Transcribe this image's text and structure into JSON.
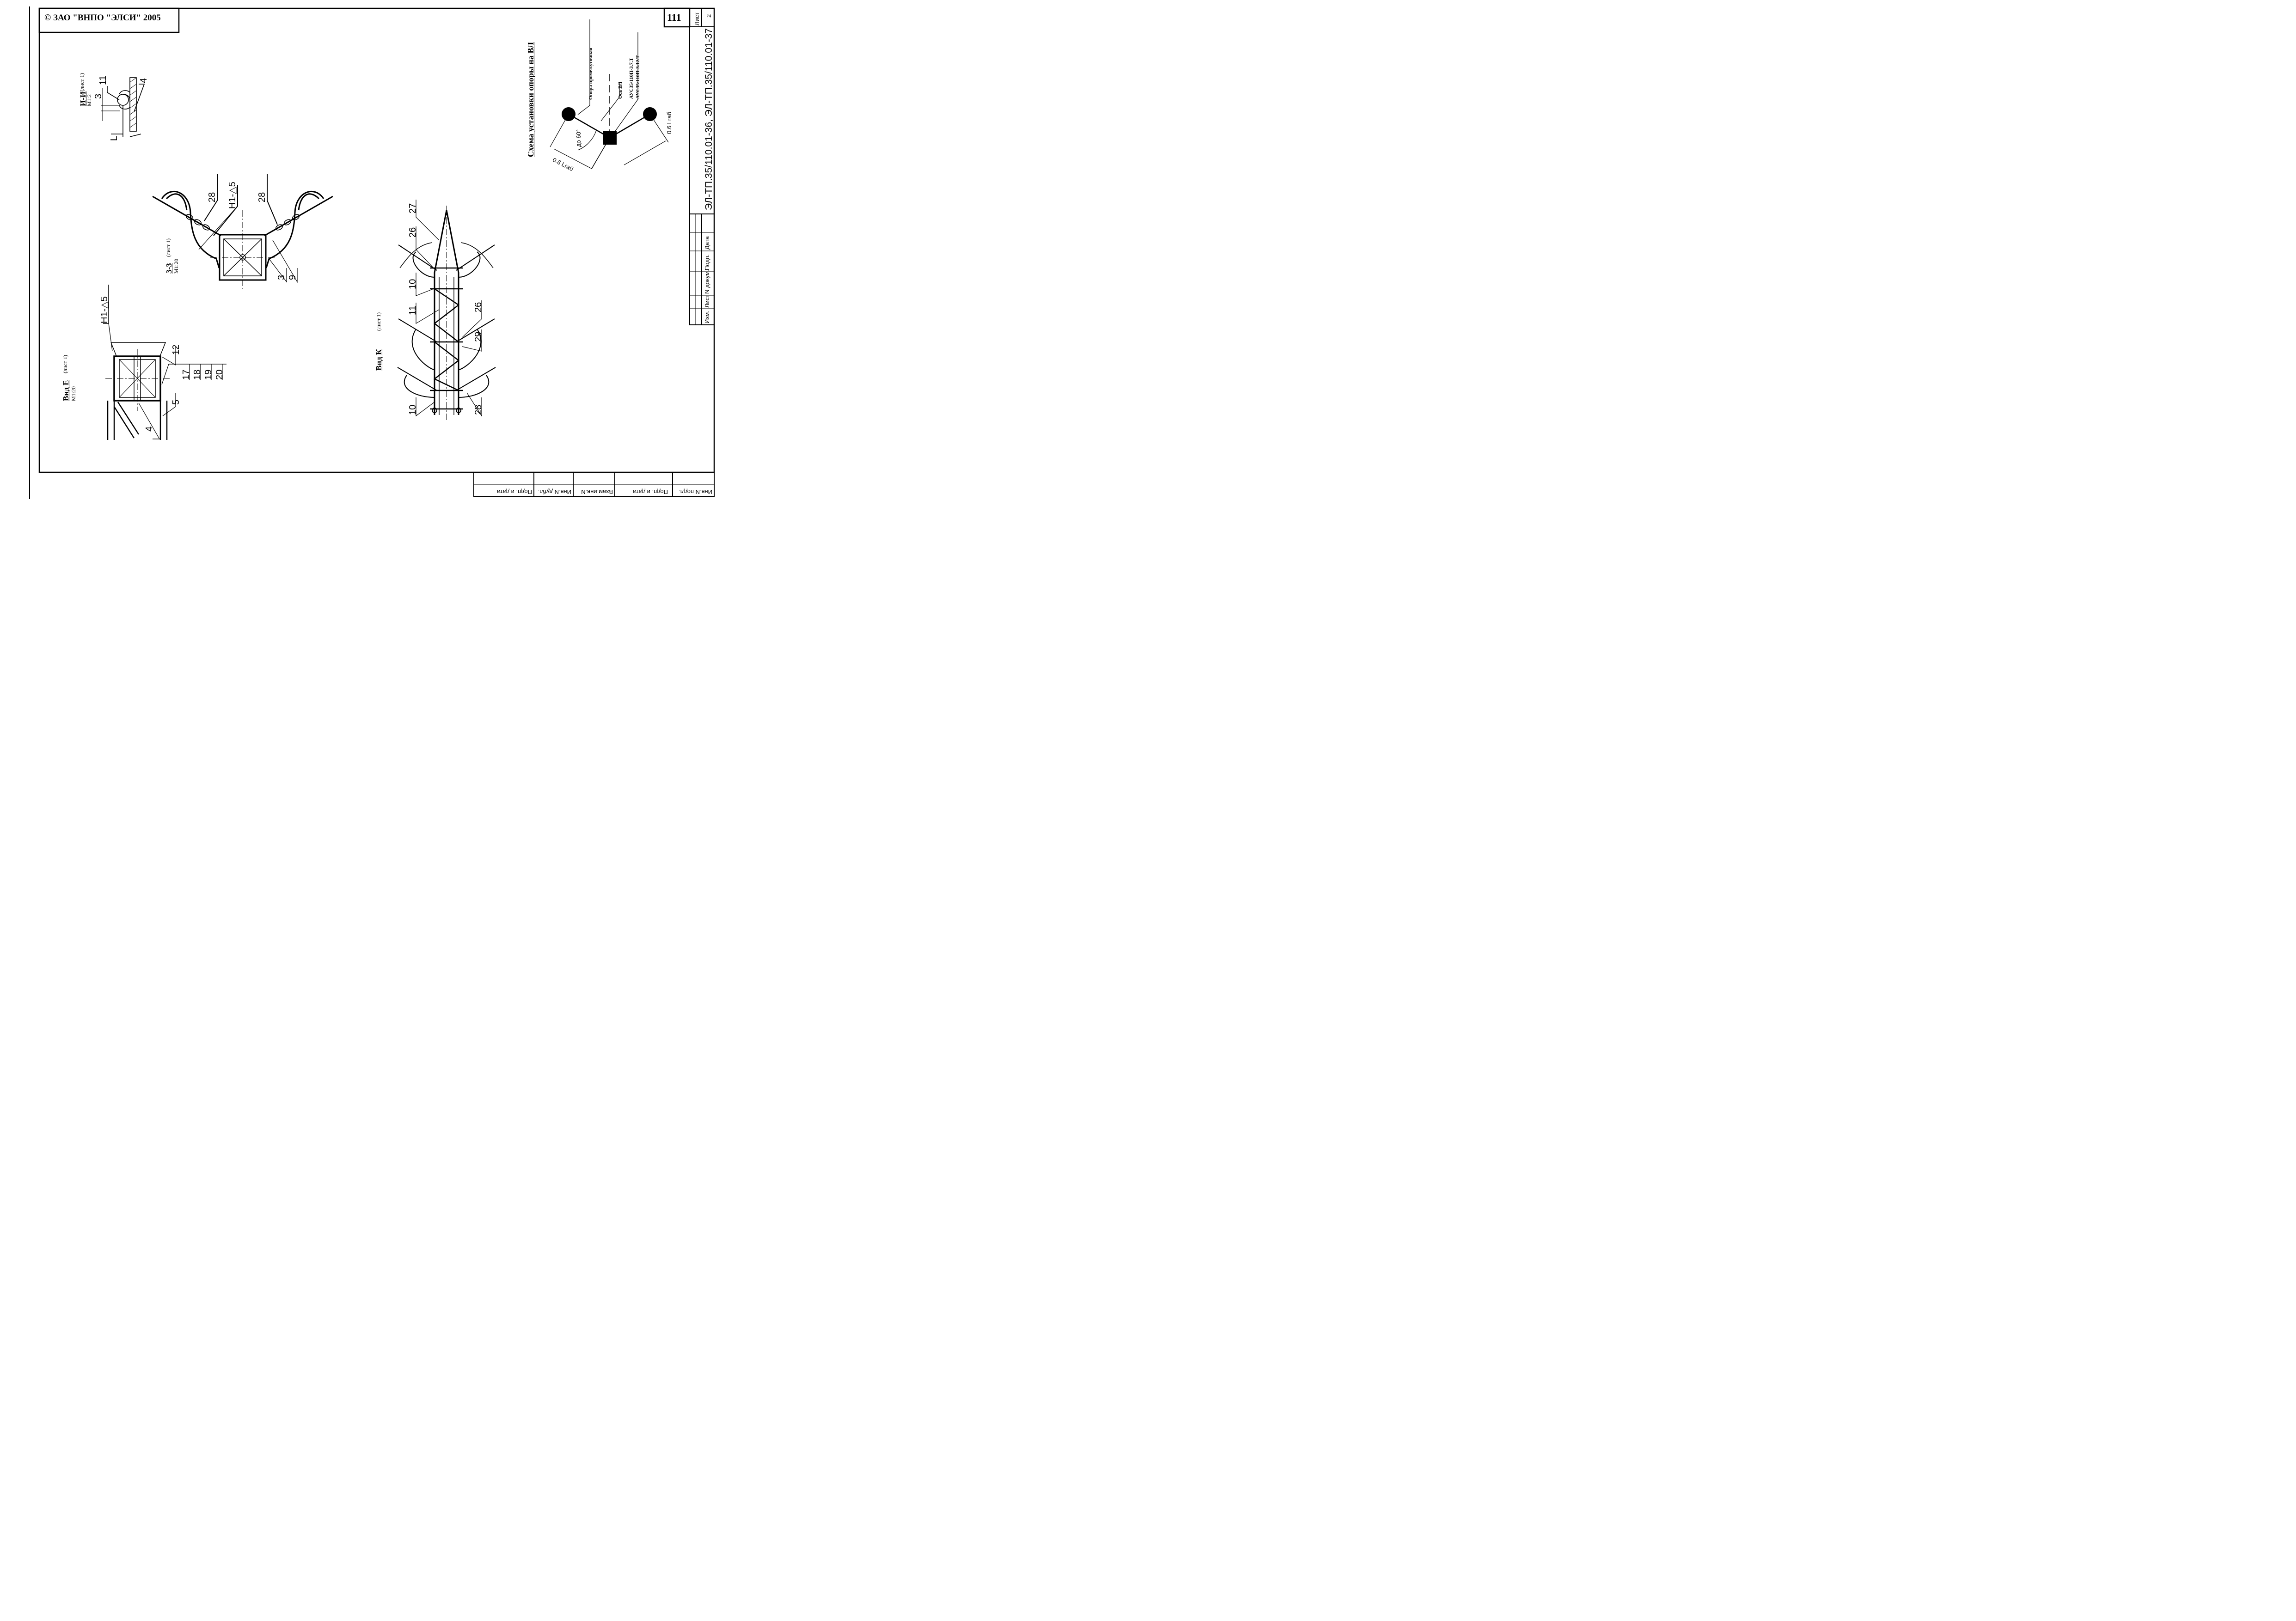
{
  "header": {
    "copyright": "© ЗАО \"ВНПО \"ЭЛСИ\" 2005",
    "sheet_number": "111"
  },
  "title_block": {
    "doc_code": "ЭЛ-ТП.35/110.01-36, ЭЛ-ТП.35/110.01-37",
    "list_label": "Лист",
    "list_value": "2",
    "revision_columns": [
      "Изм.",
      "Лист",
      "N докум.",
      "Подп.",
      "Дата"
    ]
  },
  "bottom_stamp": {
    "cells": [
      "Инв.N подл.",
      "Подп. и дата",
      "Взам.инв.N",
      "Инв.N дубл.",
      "Подп. и дата"
    ]
  },
  "views": {
    "section_i": {
      "title": "И-И",
      "sheet_ref": "(лист 1)",
      "scale": "М1:2",
      "dim_3": "3",
      "dim_l": "L",
      "callouts": [
        "11",
        "4"
      ]
    },
    "section_3": {
      "title": "3-3",
      "sheet_ref": "(лист 1)",
      "scale": "М1:20",
      "weld": "Н1-△5",
      "callouts": [
        "28",
        "28",
        "3",
        "9"
      ]
    },
    "view_e": {
      "title": "Вид Е",
      "sheet_ref": "(лист 1)",
      "scale": "М1:20",
      "weld": "Н1-△5",
      "callouts": [
        "12",
        "17",
        "18",
        "19",
        "20",
        "5",
        "4"
      ]
    },
    "view_k": {
      "title": "Вид К",
      "sheet_ref": "(лист 1)",
      "callouts": [
        "27",
        "26",
        "10",
        "11",
        "26",
        "29",
        "10",
        "28"
      ]
    }
  },
  "scheme": {
    "title": "Схема установки опоры на ВЛ",
    "legend_support": "Опора промежуточная",
    "legend_axis": "Ось ВЛ",
    "legend_wire1": "АУС35/110П-3.7.Т",
    "legend_wire2": "АУС35/110П-3.12.Т",
    "angle": "до 60°",
    "dim_left": "0.6 Lгаб",
    "dim_right": "0.6 Lгаб"
  }
}
